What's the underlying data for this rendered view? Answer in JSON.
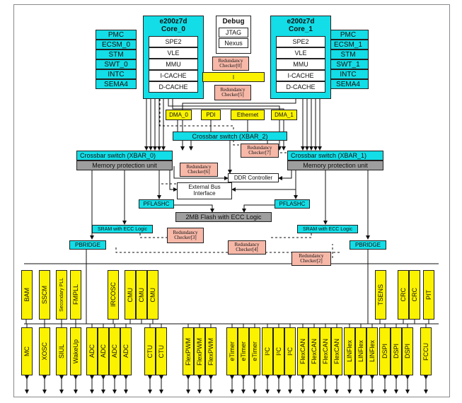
{
  "core0": {
    "title": "e200z7d",
    "subtitle": "Core_0",
    "units": [
      "SPE2",
      "VLE",
      "MMU",
      "I-CACHE",
      "D-CACHE"
    ]
  },
  "core1": {
    "title": "e200z7d",
    "subtitle": "Core_1",
    "units": [
      "SPE2",
      "VLE",
      "MMU",
      "I-CACHE",
      "D-CACHE"
    ]
  },
  "debug": {
    "title": "Debug",
    "items": [
      "JTAG",
      "Nexus"
    ]
  },
  "left_stack": [
    "PMC",
    "ECSM_0",
    "STM",
    "SWT_0",
    "INTC",
    "SEMA4"
  ],
  "right_stack": [
    "PMC",
    "ECSM_1",
    "STM",
    "SWT_1",
    "INTC",
    "SEMA4"
  ],
  "redundancy": {
    "rc0": "Redundancy Checker[0]",
    "rc5": "Redundancy Checker[5]",
    "rc7": "Redundancy Checker[7]",
    "rc6": "Redundancy Checker[6]",
    "rc3": "Redundancy Checker[3]",
    "rc4": "Redundancy Checker[4]",
    "rc2": "Redundancy Checker[2]"
  },
  "i_bar": "I",
  "dma": [
    "DMA_0",
    "PDI",
    "Ethernet",
    "DMA_1"
  ],
  "xbar2": "Crossbar switch (XBAR_2)",
  "xbar0": {
    "title": "Crossbar switch (XBAR_0)",
    "mpu": "Memory protection unit"
  },
  "xbar1": {
    "title": "Crossbar switch (XBAR_1)",
    "mpu": "Memory protection unit"
  },
  "ddr": "DDR Controller",
  "ebi": "External Bus Interface",
  "pflash_left": "PFLASHC",
  "pflash_right": "PFLASHC",
  "flash": "2MB Flash with ECC Logic",
  "sram_left": "SRAM with ECC Logic",
  "sram_right": "SRAM with ECC Logic",
  "pbridge_left": "PBRIDGE",
  "pbridge_right": "PBRIDGE",
  "upper_periph": {
    "left": [
      "BAM",
      "SSCM",
      "Secondary PLL",
      "FMPLL",
      "IRCOSC",
      "CMU",
      "CMU",
      "CMU"
    ],
    "right": [
      "TSENS",
      "CRC",
      "CRC",
      "PIT"
    ]
  },
  "lower_periph": [
    "MC",
    "XOSC",
    "SIUL",
    "WakeUp",
    "ADC",
    "ADC",
    "ADC",
    "ADC",
    "CTU",
    "CTU",
    "FlexPWM",
    "FlexPWM",
    "FlexPWM",
    "eTimer",
    "eTimer",
    "eTimer",
    "I²C",
    "I²C",
    "I²C",
    "FlexCAN",
    "FlexCAN",
    "FlexCAN",
    "FlexCAN",
    "LINFlex",
    "LINFlex",
    "LINFlex",
    "DSPI",
    "DSPI",
    "DSPI",
    "FCCU"
  ],
  "colors": {
    "cyan": "#13dde6",
    "yellow": "#fbf200",
    "pink": "#f7b8a8",
    "gray": "#9e9e9e"
  }
}
